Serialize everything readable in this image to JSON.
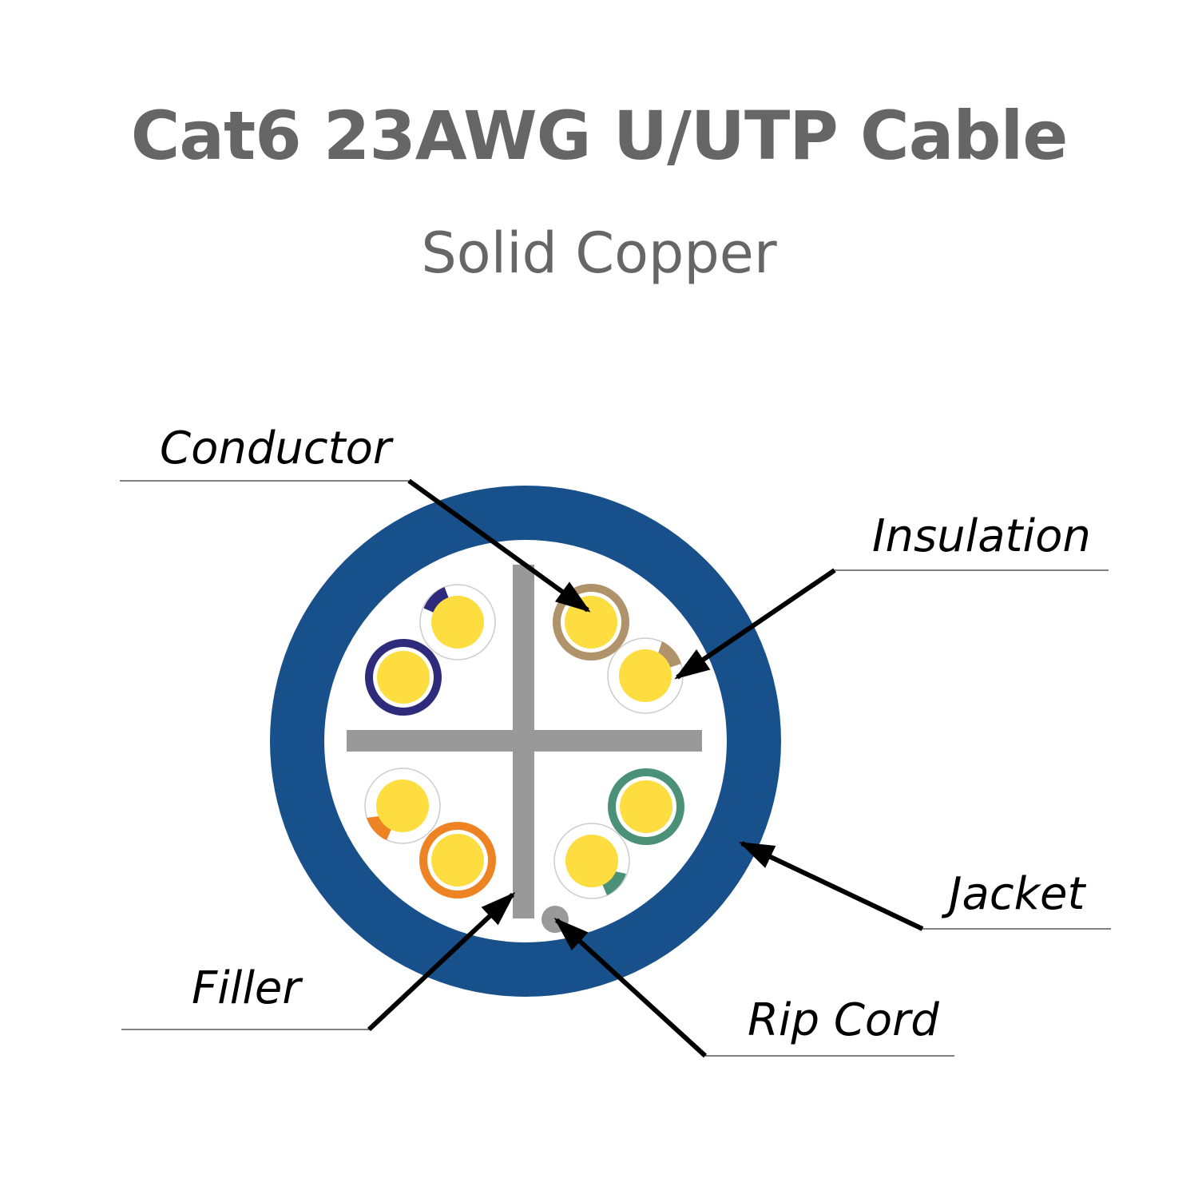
{
  "title": "Cat6 23AWG U/UTP Cable",
  "subtitle": "Solid Copper",
  "labels": {
    "conductor": "Conductor",
    "insulation": "Insulation",
    "jacket": "Jacket",
    "filler": "Filler",
    "rip_cord": "Rip Cord"
  },
  "colors": {
    "text_title": "#666666",
    "jacket": "#17508a",
    "filler": "#999999",
    "conductor": "#fddd3f",
    "rip_cord": "#999999",
    "pair_blue": "#2e2a7c",
    "pair_brown": "#b0936b",
    "pair_green": "#4a9178",
    "pair_orange": "#ee8323"
  }
}
